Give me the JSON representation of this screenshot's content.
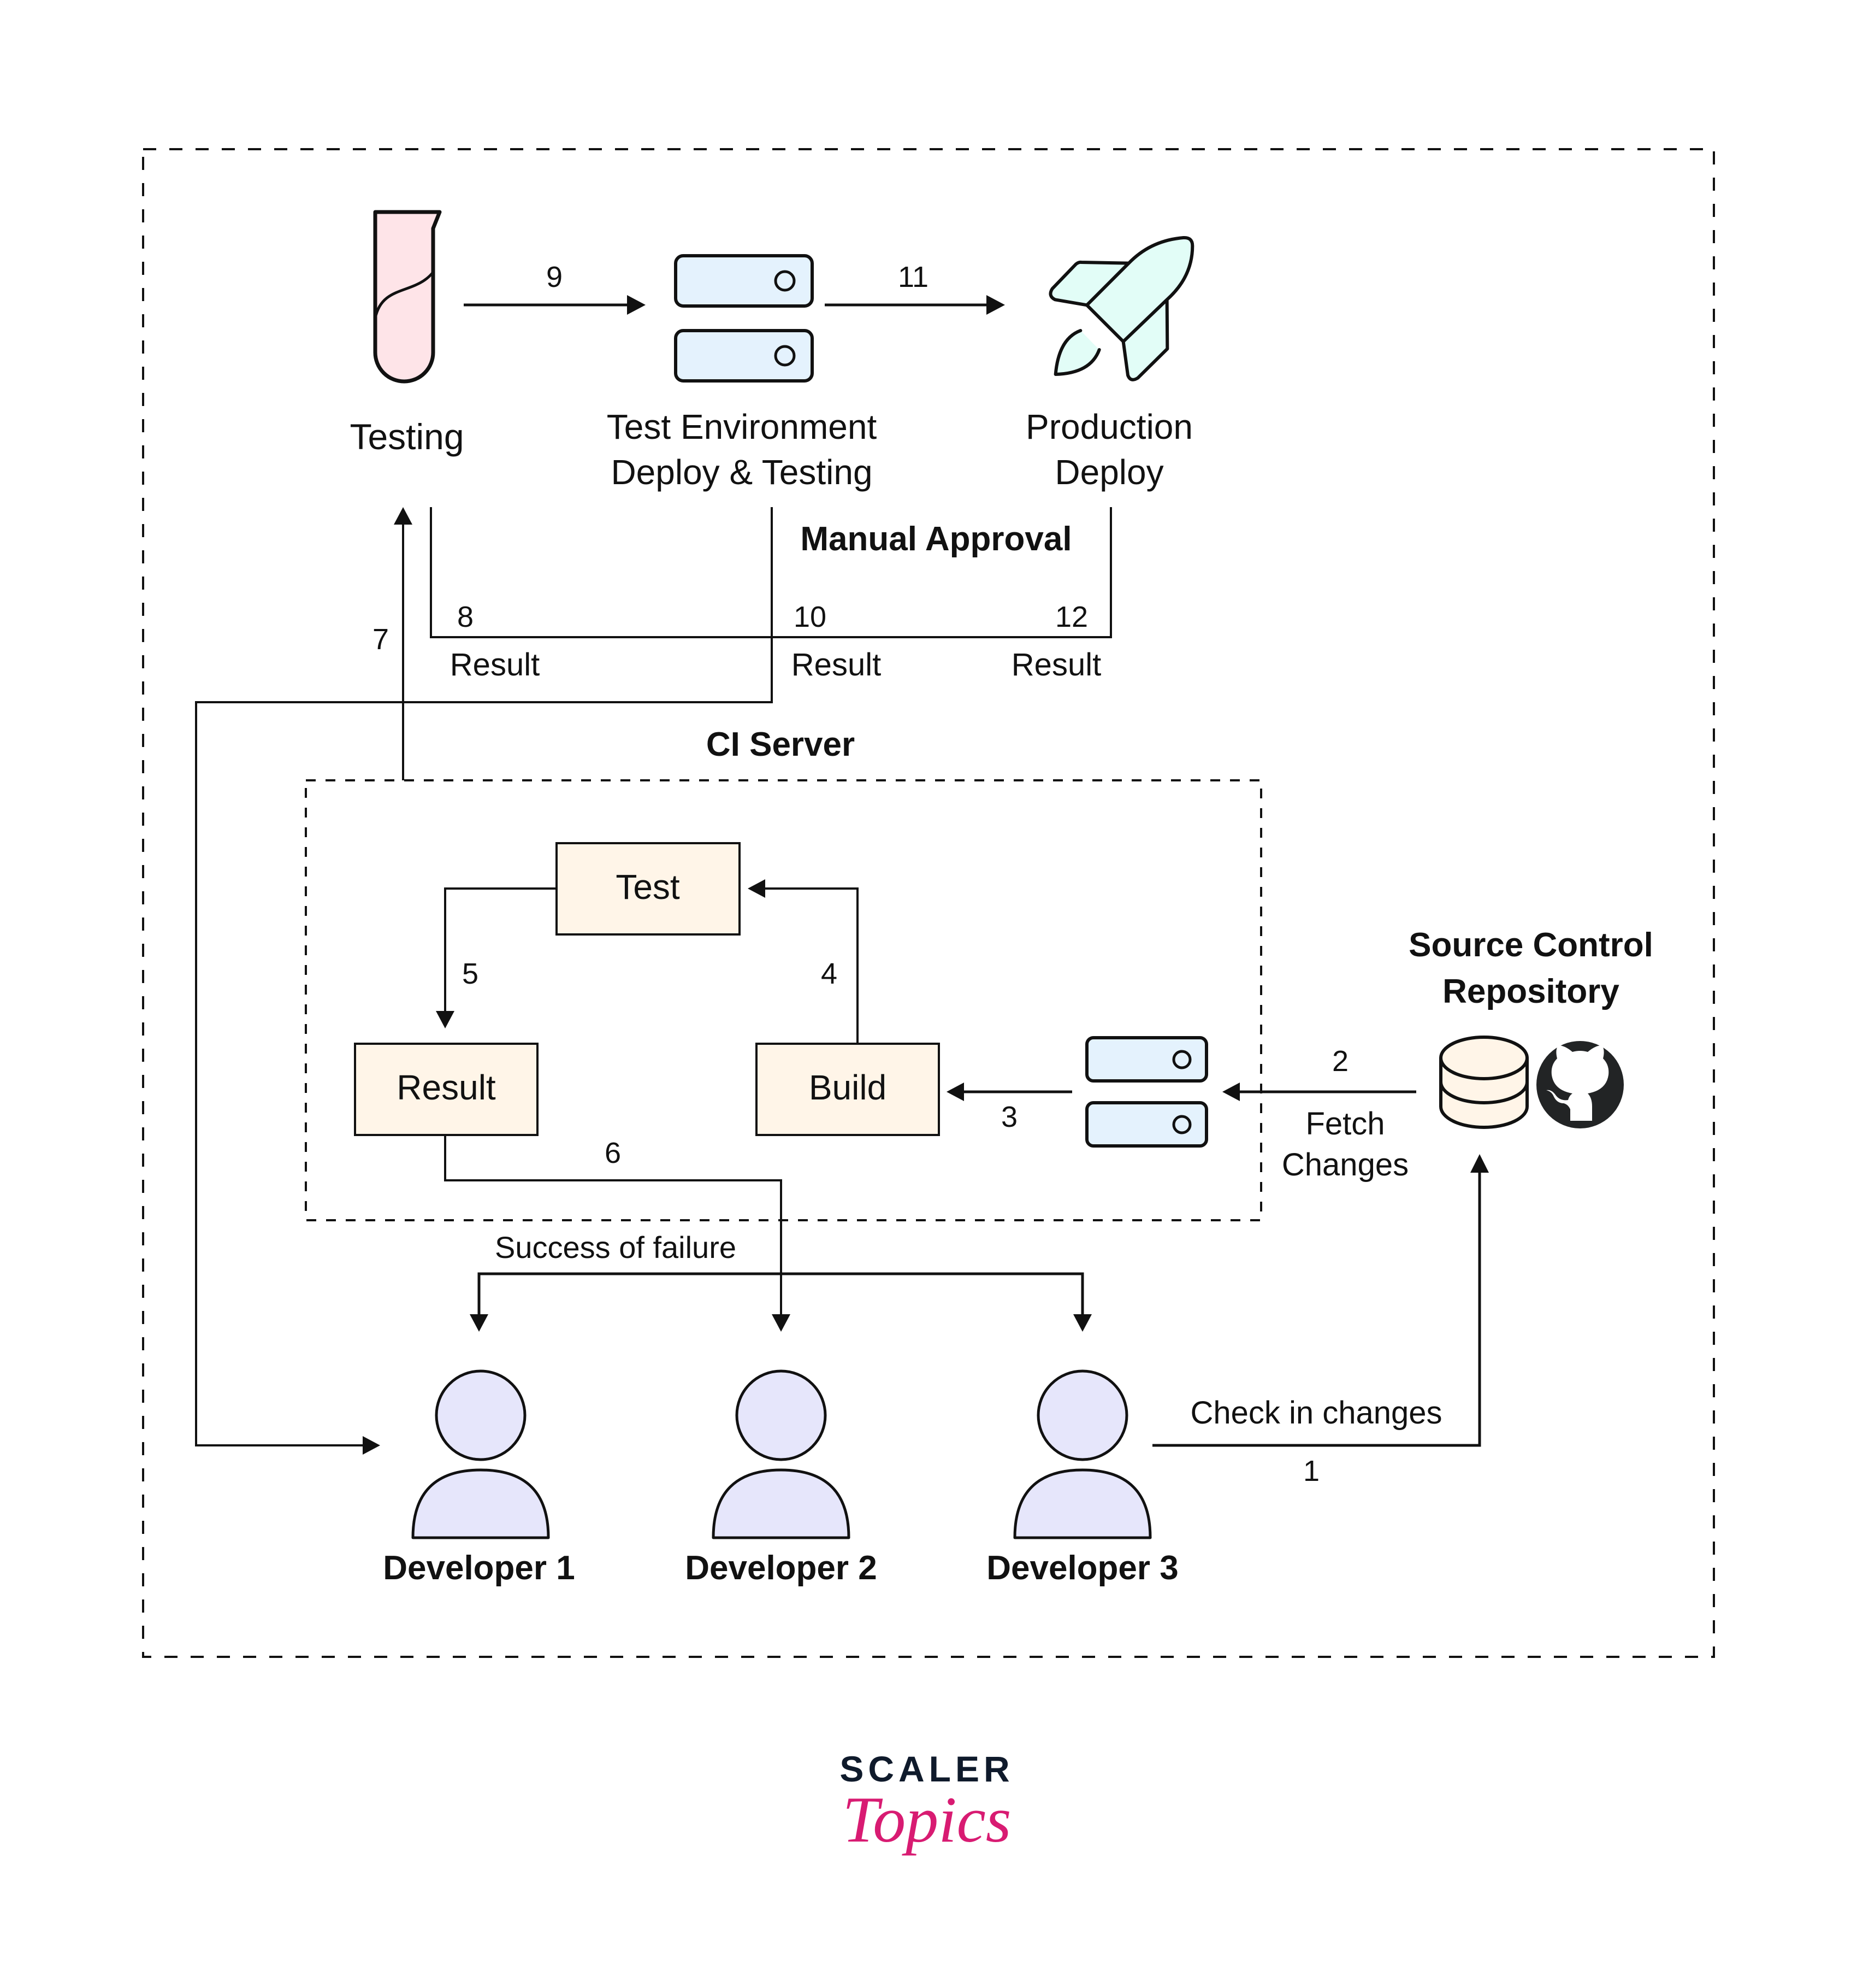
{
  "diagram": {
    "title": "CI/CD Pipeline",
    "colors": {
      "line": "#111111",
      "box_fill": "#FFF5E8",
      "server_fill": "#E4F2FD",
      "tube_fill": "#FEE4E8",
      "rocket_fill": "#E2FDF7",
      "person_fill": "#E6E6FB",
      "db_fill": "#FFF5E8",
      "github_fill": "#222425",
      "logo_dark": "#0F1A2B",
      "logo_pink": "#D81B72"
    },
    "top_stages": {
      "testing": {
        "label": "Testing",
        "icon": "test-tube-icon"
      },
      "test_env": {
        "label_line1": "Test Environment",
        "label_line2": "Deploy & Testing",
        "icon": "server-icon"
      },
      "production": {
        "label_line1": "Production",
        "label_line2": "Deploy",
        "icon": "rocket-icon"
      }
    },
    "manual_approval": "Manual Approval",
    "ci_server": {
      "title": "CI Server",
      "boxes": {
        "test": "Test",
        "result": "Result",
        "build": "Build"
      },
      "server_icon": "server-icon"
    },
    "source_control": {
      "title_line1": "Source Control",
      "title_line2": "Repository",
      "icons": [
        "database-icon",
        "github-icon"
      ]
    },
    "developers": [
      "Developer 1",
      "Developer 2",
      "Developer 3"
    ],
    "steps": {
      "s1": {
        "num": "1",
        "label": "Check in changes"
      },
      "s2": {
        "num": "2",
        "label_line1": "Fetch",
        "label_line2": "Changes"
      },
      "s3": {
        "num": "3"
      },
      "s4": {
        "num": "4"
      },
      "s5": {
        "num": "5"
      },
      "s6": {
        "num": "6",
        "label": "Success of failure"
      },
      "s7": {
        "num": "7"
      },
      "s8": {
        "num": "8",
        "label": "Result"
      },
      "s9": {
        "num": "9"
      },
      "s10": {
        "num": "10",
        "label": "Result"
      },
      "s11": {
        "num": "11"
      },
      "s12": {
        "num": "12",
        "label": "Result"
      }
    },
    "logo": {
      "line1": "SCALER",
      "line2": "Topics"
    }
  }
}
